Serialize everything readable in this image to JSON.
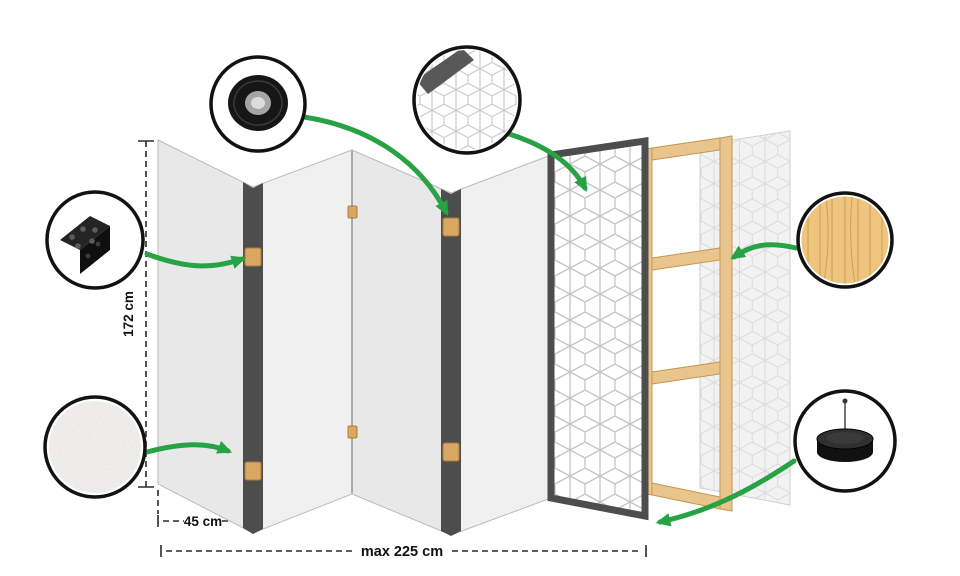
{
  "colors": {
    "accent_green": "#27a244",
    "panel_fill": "#e8e8e8",
    "panel_fill_alt": "#f0f0f0",
    "panel_stroke": "#bbbbbb",
    "panel_edge_dark": "#4d4d4d",
    "wood_fill": "#e9c48c",
    "wood_stroke": "#c3984f",
    "hinge_fill": "#d9a761",
    "pattern_line": "#c4c4c4",
    "dim_line": "#2b2b2b",
    "text": "#111111"
  },
  "dimensions": {
    "height": "172 cm",
    "panel_width": "45 cm",
    "max_width": "max 225 cm"
  },
  "callouts": {
    "tape": {
      "icon": "duct-tape-icon"
    },
    "hinge": {
      "icon": "metal-hinge-icon"
    },
    "fleece": {
      "icon": "fleece-texture-icon"
    },
    "pattern": {
      "icon": "panel-pattern-icon"
    },
    "wood": {
      "icon": "pine-wood-texture-icon"
    },
    "felt_pad": {
      "icon": "felt-pad-foot-icon"
    }
  }
}
